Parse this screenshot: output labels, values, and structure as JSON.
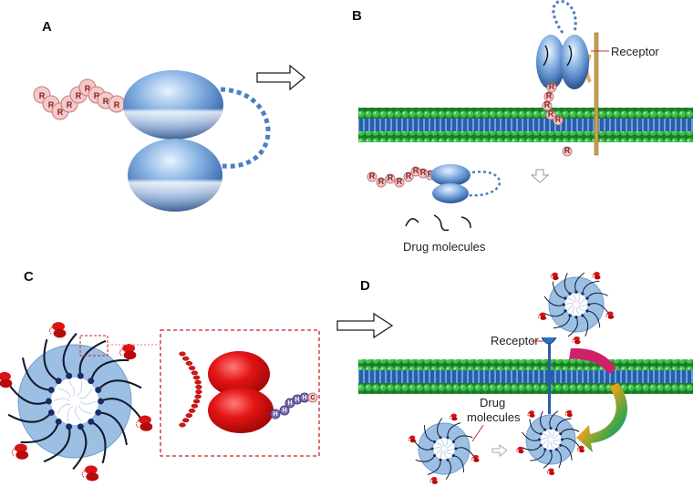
{
  "panels": {
    "a": {
      "letter": "A"
    },
    "b": {
      "letter": "B",
      "receptor_label": "Receptor",
      "drug_label": "Drug molecules"
    },
    "c": {
      "letter": "C"
    },
    "d": {
      "letter": "D",
      "receptor_label": "Receptor",
      "drug_label_line1": "Drug",
      "drug_label_line2": "molecules"
    }
  },
  "peptide": {
    "residue": "R",
    "linker_residue": "H",
    "terminal_residue": "C"
  },
  "colors": {
    "nanobody_blue": "#6f9fd4",
    "nanobody_red": "#e01010",
    "peptide_pink": "#f6c9c9",
    "membrane_green": "#2fa83c",
    "membrane_blue": "#2c5fa8",
    "linker_dots": "#4a7fc4",
    "callout_red": "#cc2222",
    "micelle_blue": "#9cc0e4",
    "histidine_purple": "#7a6fb0"
  }
}
